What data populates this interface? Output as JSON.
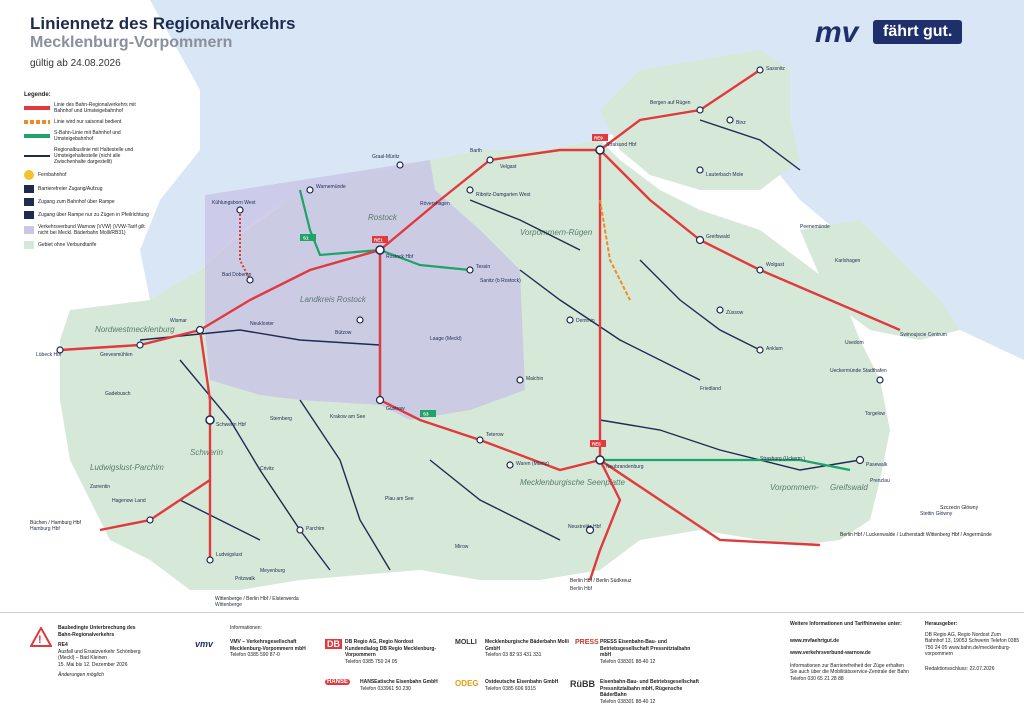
{
  "header": {
    "title": "Liniennetz des Regionalverkehrs",
    "subtitle": "Mecklenburg-Vorpommern",
    "valid": "gültig ab 24.08.2026"
  },
  "logo": {
    "mv": "mv",
    "text": "fährt gut."
  },
  "legend": {
    "heading": "Legende:",
    "items": [
      "Linie des Bahn-Regionalverkehrs mit Bahnhof und Umsteigebahnhof",
      "Linie wird nur saisonal bedient",
      "S-Bahn-Linie mit Bahnhof und Umsteigebahnhof",
      "Regionalbuslinie mit Haltestelle und Umsteigehaltestelle (nicht alle Zwischenhalte dargestellt)",
      "Fernbahnhof",
      "Barrierefreier Zugang/Aufzug",
      "Zugang zum Bahnhof über Rampe",
      "Zugang über Rampe nur zu Zügen in Pfeilrichtung",
      "Verkehrsverbund Warnow (VVW) (VVW-Tarif gilt nicht bei Meckl. Bäderbahn Molli/RB31)",
      "Gebiet ohne Verbundtarife"
    ]
  },
  "regions": [
    "Nordwestmecklenburg",
    "Landkreis Rostock",
    "Rostock",
    "Vorpommern-Rügen",
    "Ludwigslust-Parchim",
    "Schwerin",
    "Mecklenburgische Seenplatte",
    "Vorpommern-",
    "Greifswald"
  ],
  "stations": [
    "Rostock Hbf",
    "Warnemünde",
    "Schwerin Hbf",
    "Wismar",
    "Stralsund Hbf",
    "Greifswald",
    "Neubrandenburg",
    "Güstrow",
    "Bad Doberan",
    "Kühlungsborn West",
    "Binz",
    "Sassnitz",
    "Lübeck Hbf",
    "Hagenow Land",
    "Ludwigslust",
    "Waren (Müritz)",
    "Neustrelitz Hbf",
    "Pasewalk",
    "Anklam",
    "Züssow",
    "Ribnitz-Damgarten West",
    "Barth",
    "Graal-Müritz",
    "Tessin",
    "Teterow",
    "Malchin",
    "Demmin",
    "Grevesmühlen",
    "Bützow",
    "Parchim",
    "Bergen auf Rügen",
    "Lauterbach Mole",
    "Wolgast",
    "Ueckermünde Stadthafen",
    "Hamburg Hbf",
    "Stettin Główny",
    "Berlin Hbf",
    "Wittenberge",
    "Pritzwalk",
    "Meyenburg",
    "Usedom",
    "Swinoujscie Centrum",
    "Karlshagen",
    "Peenemünde",
    "Torgelow",
    "Prenzlau",
    "Strasburg (Uckerm.)",
    "Friedland",
    "Mirow",
    "Plau am See",
    "Sternberg",
    "Crivitz",
    "Velgast",
    "Rövershagen",
    "Sanitz (b Rostock)",
    "Laage (Meckl)",
    "Krakow am See",
    "Neukloster",
    "Gadebusch",
    "Zarrentin"
  ],
  "connections": {
    "hamburg": "Büchen / Hamburg Hbf",
    "berlin_south": "Berlin Hbf / Berlin Südkreuz",
    "berlin_north": "Berlin Hbf / Luckenwalde / Lutherstadt Wittenberg Hbf / Angermünde",
    "elster": "Wittenberge / Berlin Hbf / Elsterwerda",
    "stettin": "Szczecin Główny"
  },
  "footer": {
    "notice_title": "Baubedingte Unterbrechung des Bahn-Regionalverkehrs",
    "notice_line": "RE4",
    "notice_text": "Ausfall und Ersatzverkehr Schönberg (Meckl) – Bad Kleinen",
    "notice_dates": "15. Mai bis 12. Dezember 2026",
    "notice_hint": "Änderungen möglich",
    "info_heading": "Informationen:",
    "operators": [
      {
        "logo": "vmv",
        "name": "VMV – Verkehrsgesellschaft Mecklenburg-Vorpommern mbH",
        "phone": "Telefon 0385 590 87-0"
      },
      {
        "logo": "DB",
        "name": "DB Regio AG, Regio Nordost Kundendialog DB Regio Mecklenburg-Vorpommern",
        "phone": "Telefon 0385 750 24 05"
      },
      {
        "logo": "MOLLI",
        "name": "Mecklenburgische Bäderbahn Molli GmbH",
        "phone": "Telefon 03 82 93 431 331"
      },
      {
        "logo": "PRESS",
        "name": "PRESS Eisenbahn-Bau- und Betriebsgesellschaft Pressnitztalbahn mbH",
        "phone": "Telefon 038301 88-40 12"
      },
      {
        "logo": "HANSE",
        "name": "HANSEatische Eisenbahn GmbH",
        "phone": "Telefon 033961 50 230"
      },
      {
        "logo": "ODEG",
        "name": "Ostdeutsche Eisenbahn GmbH",
        "phone": "Telefon 0385 606 9315"
      },
      {
        "logo": "RüBB",
        "name": "Eisenbahn-Bau- und Betriebsgesellschaft Pressnitztalbahn mbH, Rügensche BäderBahn",
        "phone": "Telefon 038301 88-40 12"
      }
    ],
    "more_heading": "Weitere Informationen und Tarifhinweise unter:",
    "links": [
      "www.mvfaehrtgut.de",
      "www.verkehrsverbund-warnow.de"
    ],
    "bike_text": "Informationen zur Barrierefreiheit der Züge erhalten Sie auch über die Mobilitätsservice-Zentrale der Bahn Telefon 030 65 21 28 88",
    "publisher_heading": "Herausgeber:",
    "publisher": "DB Regio AG, Regio Nordost Zum Bahnhof 13, 19053 Schwerin Telefon 0385 750 24 05 www.bahn.de/mecklenburg-vorpommern",
    "edit_date": "Redaktionsschluss: 22.07.2026"
  },
  "colors": {
    "land": "#d6e9d8",
    "vvw": "#c9c6e6",
    "sea": "#d9e6f5",
    "rail": "#e0393e",
    "sbahn": "#1fa36a",
    "bus": "#1d2b4f",
    "seasonal": "#f08a24"
  }
}
